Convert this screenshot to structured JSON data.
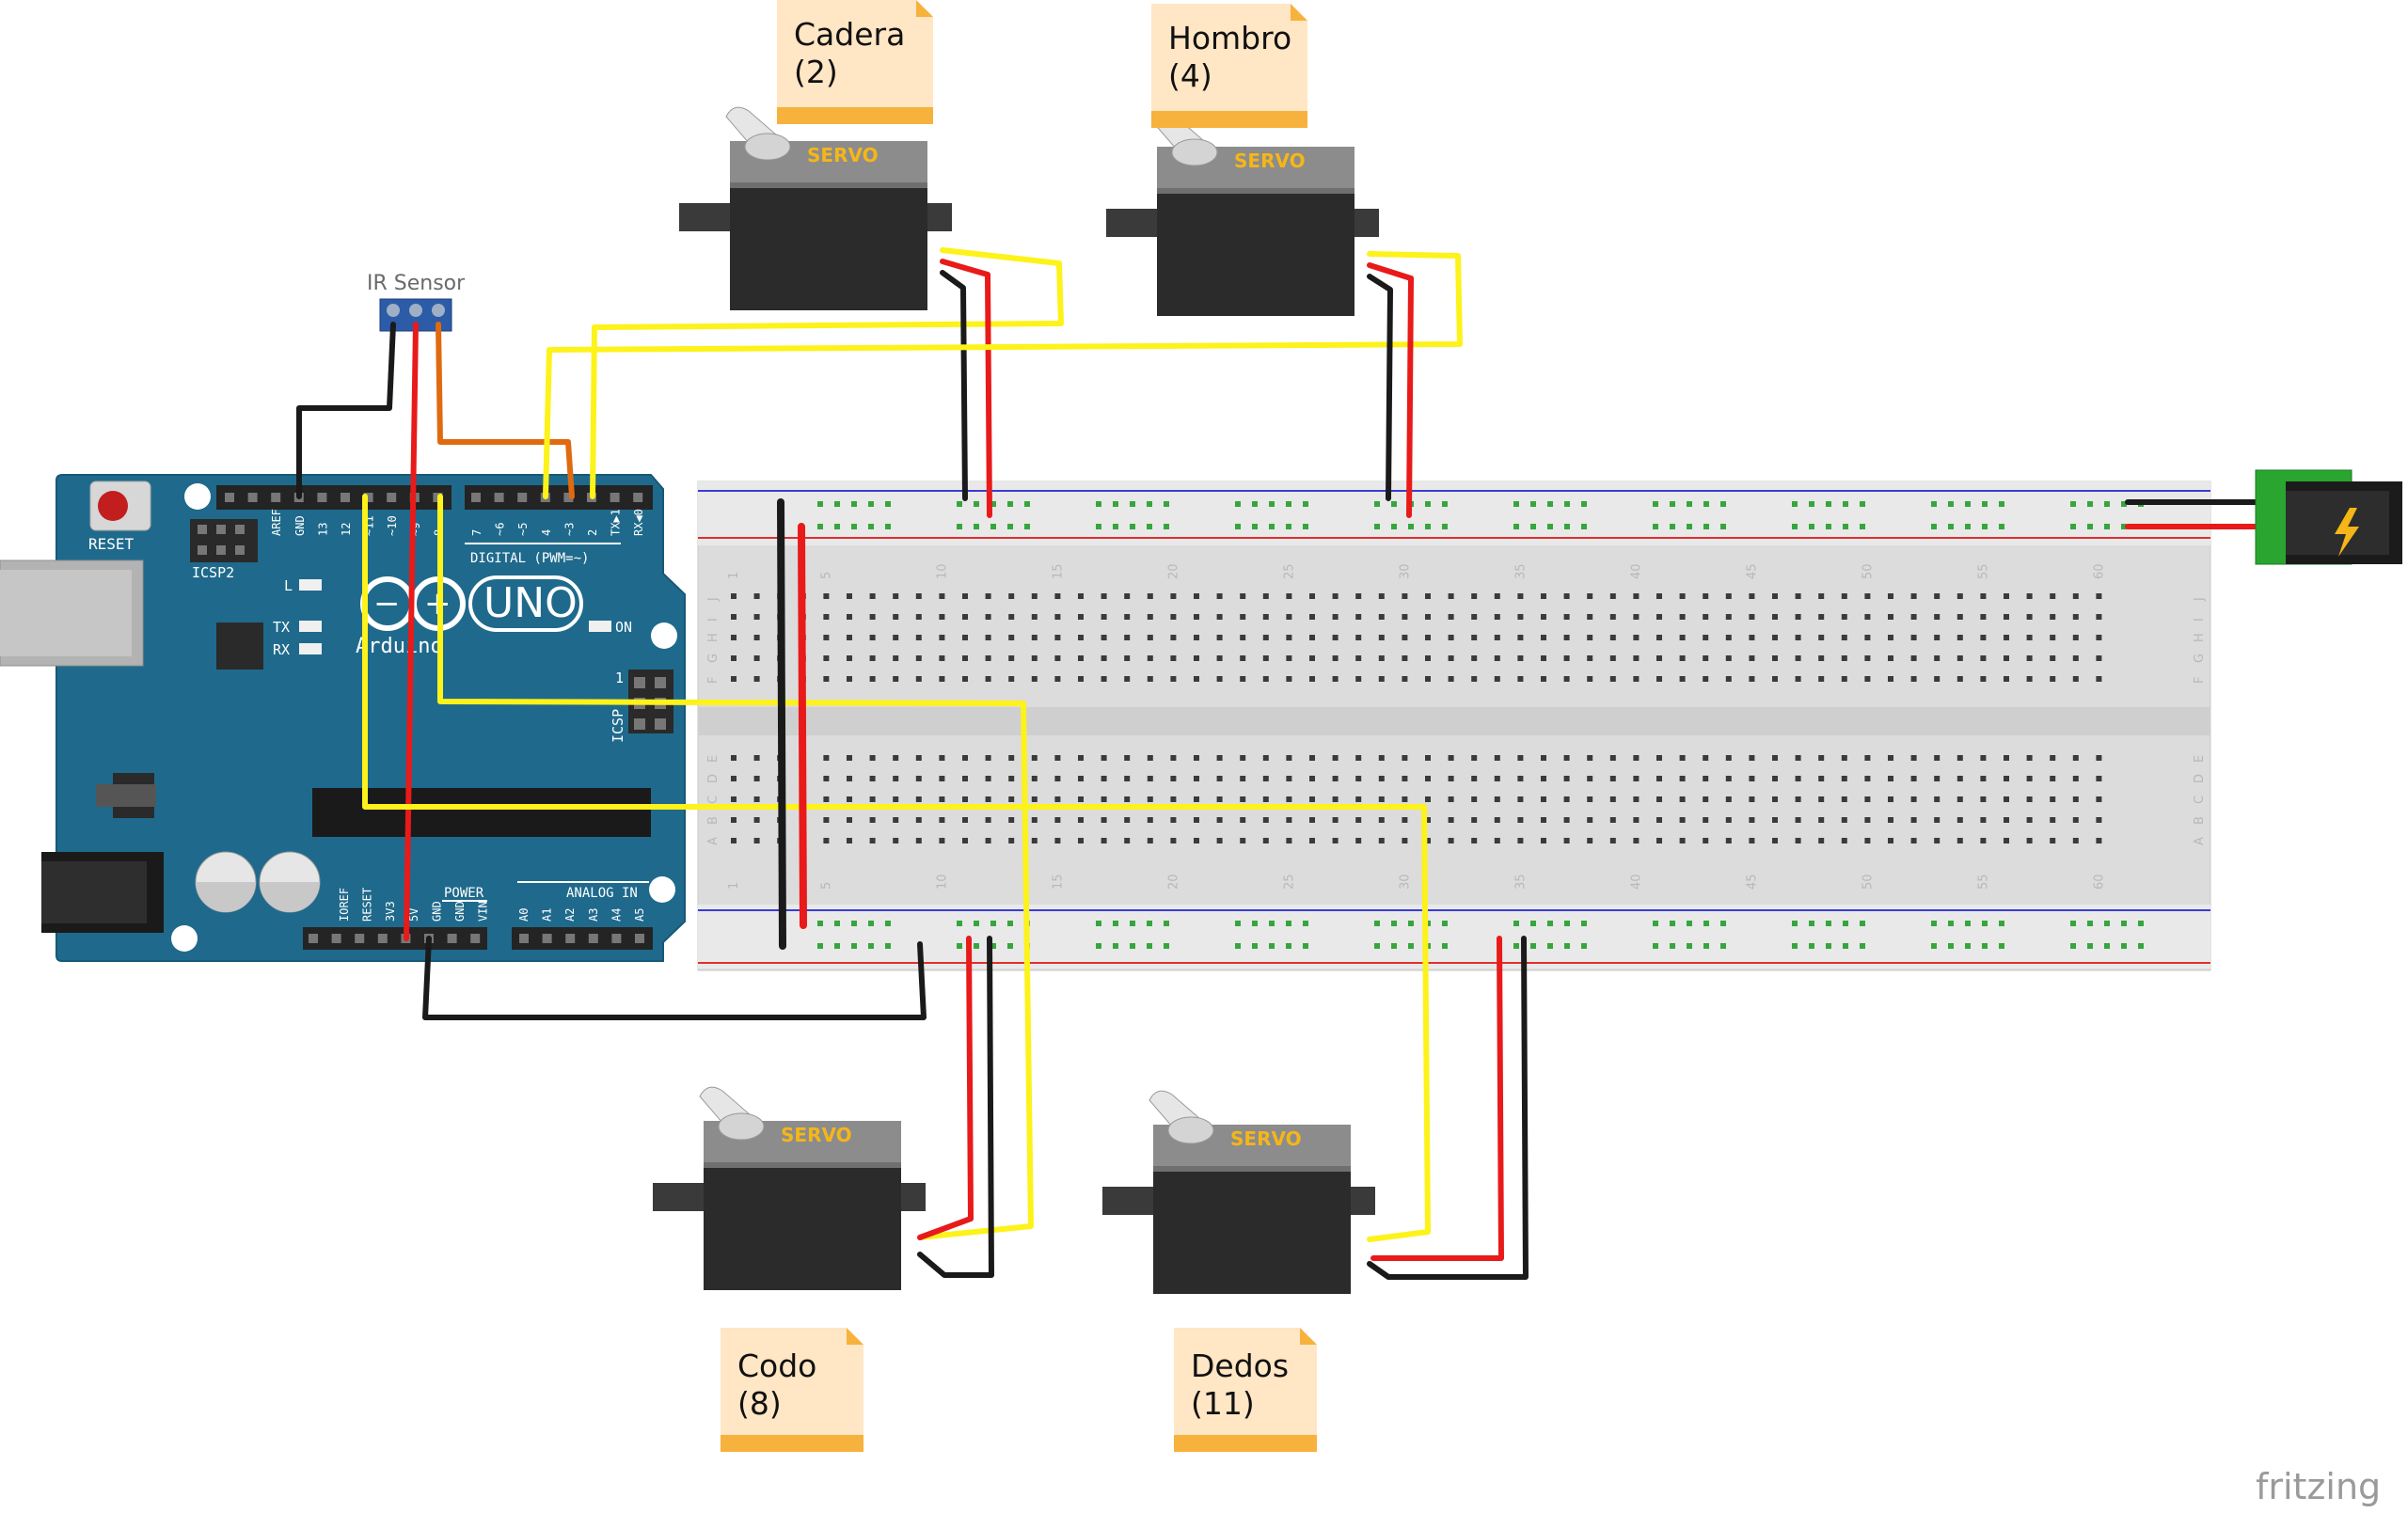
{
  "labels": {
    "ir_sensor": "IR Sensor",
    "servo_brand": "SERVO",
    "fritzing": "fritzing"
  },
  "notes": [
    {
      "title": "Cadera",
      "pin": "(2)"
    },
    {
      "title": "Hombro",
      "pin": "(4)"
    },
    {
      "title": "Codo",
      "pin": "(8)"
    },
    {
      "title": "Dedos",
      "pin": "(11)"
    }
  ],
  "arduino": {
    "reset": "RESET",
    "icsp2": "ICSP2",
    "icsp": "ICSP",
    "model": "UNO",
    "brand": "Arduino",
    "led_l": "L",
    "led_tx": "TX",
    "led_rx": "RX",
    "led_on": "ON",
    "digital_label": "DIGITAL (PWM=~)",
    "power_label": "POWER",
    "analog_label": "ANALOG IN",
    "icsp_pin1": "1",
    "top_pins": [
      "AREF",
      "GND",
      "13",
      "12",
      "~11",
      "~10",
      "~9",
      "8",
      "7",
      "~6",
      "~5",
      "4",
      "~3",
      "2",
      "TX▶1",
      "RX◀0"
    ],
    "power_pins": [
      "IOREF",
      "RESET",
      "3V3",
      "5V",
      "GND",
      "GND",
      "VIN"
    ],
    "analog_pins": [
      "A0",
      "A1",
      "A2",
      "A3",
      "A4",
      "A5"
    ]
  },
  "breadboard": {
    "column_numbers": [
      "1",
      "5",
      "10",
      "15",
      "20",
      "25",
      "30",
      "35",
      "40",
      "45",
      "50",
      "55",
      "60"
    ],
    "row_letters_top": [
      "J",
      "I",
      "H",
      "G",
      "F"
    ],
    "row_letters_bottom": [
      "E",
      "D",
      "C",
      "B",
      "A"
    ]
  },
  "colors": {
    "arduino_board": "#1f6a8c",
    "wire_yellow": "#fdf21a",
    "wire_red": "#e81a1a",
    "wire_black": "#1a1a1a",
    "wire_orange": "#e06a10",
    "note_paper": "#ffe6c4",
    "note_fold": "#f6b23c",
    "servo_body": "#2b2b2b",
    "servo_top": "#8c8c8c",
    "servo_brand_color": "#f5b618"
  }
}
